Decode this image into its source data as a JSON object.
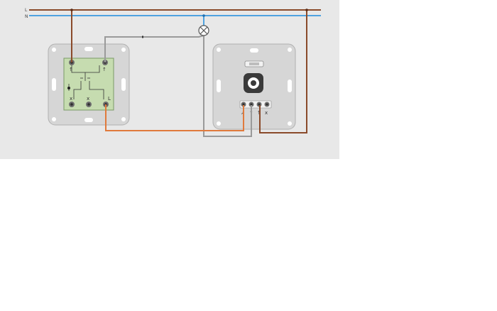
{
  "diagram": {
    "rails": {
      "live_label": "L",
      "neutral_label": "N"
    },
    "switch": {
      "terminal_symbols": [
        "x",
        "x",
        "L"
      ]
    },
    "dimmer": {
      "terminal_symbols": [
        "↗",
        "↑",
        "↑",
        "x"
      ]
    },
    "colors": {
      "panel_background": "#e8e8e8",
      "live_wire": "#8a4a2a",
      "neutral_wire": "#4fa3e0",
      "traveler_wire": "#9a9a9a",
      "switched_wire": "#e07a3c",
      "mechanism_fill": "#c6dcb0",
      "plate_fill": "#d6d6d6"
    }
  }
}
